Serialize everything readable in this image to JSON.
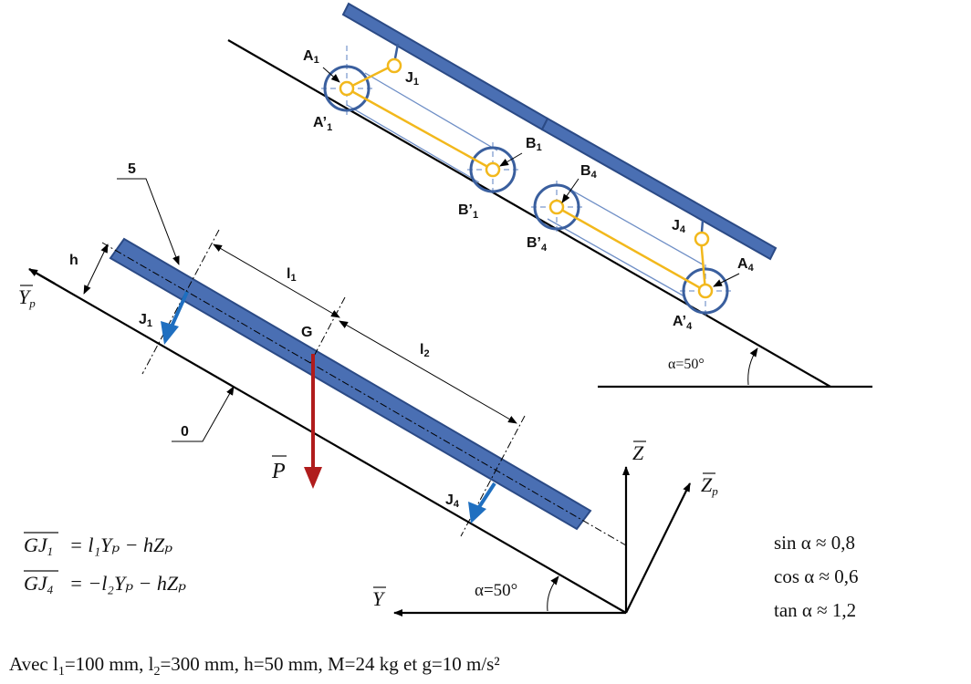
{
  "upper": {
    "A1": "A",
    "A1_sub": "1",
    "J1": "J",
    "J1_sub": "1",
    "A1p": "A’",
    "A1p_sub": "1",
    "B1": "B",
    "B1_sub": "1",
    "B1p": "B’",
    "B1p_sub": "1",
    "B4": "B",
    "B4_sub": "4",
    "B4p": "B’",
    "B4p_sub": "4",
    "J4": "J",
    "J4_sub": "4",
    "A4": "A",
    "A4_sub": "4",
    "A4p": "A’",
    "A4p_sub": "4",
    "alpha": "α=50°"
  },
  "lower": {
    "label_5": "5",
    "h": "h",
    "l1": "l",
    "l1_sub": "1",
    "l2": "l",
    "l2_sub": "2",
    "G": "G",
    "J1": "J",
    "J1_sub": "1",
    "J4": "J",
    "J4_sub": "4",
    "label_0": "0",
    "P": "P",
    "Yp": "Y",
    "Yp_sub": "p",
    "Z": "Z",
    "Zp": "Z",
    "Zp_sub": "p",
    "Y": "Y",
    "alpha": "α=50°"
  },
  "equations": {
    "eq1_lhs": "GJ",
    "eq1_lhs_sub": "1",
    "eq1_rhs": "= l₁Yₚ − hZₚ",
    "eq2_lhs": "GJ",
    "eq2_lhs_sub": "4",
    "eq2_rhs": "= −l₂Yₚ − hZₚ"
  },
  "trig": {
    "sin": "sin α ≈ 0,8",
    "cos": "cos α ≈ 0,6",
    "tan": "tan α ≈ 1,2"
  },
  "caption": {
    "prefix": "Avec l",
    "l1_sub": "1",
    "l1_val": "=100 mm, l",
    "l2_sub": "2",
    "rest": "=300 mm, h=50 mm, M=24 kg et g=10 m/s²"
  },
  "colors": {
    "bar": "#4a6fb3",
    "weight_arrow": "#b01c1c",
    "force_arrow": "#1f6fc0",
    "linkage": "#f2b81c"
  }
}
